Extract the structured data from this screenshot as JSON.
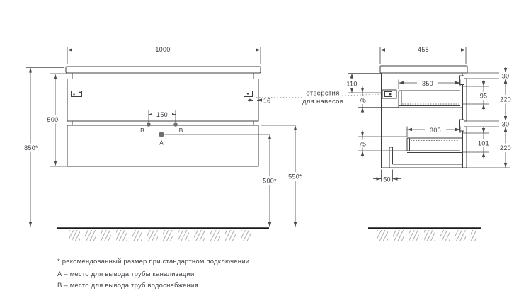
{
  "colors": {
    "line": "#3f3f3f",
    "dimension": "#4a4a4a",
    "text": "#3b3b42",
    "floor": "#1a1a1a",
    "hatch": "#b4b4b4",
    "marker_dot": "#6e6e6e"
  },
  "front_view": {
    "dims": {
      "width": "1000",
      "body_height": "500",
      "mount_height": "850*",
      "outlet_span": "150",
      "hanger_inset": "16",
      "drain_height": "500*",
      "water_height": "550*"
    },
    "points": {
      "a": "A",
      "b": "B"
    }
  },
  "side_view": {
    "dims": {
      "depth": "458",
      "hanger_from_top": "110",
      "hanger_drop": "75",
      "top_drawer_depth": "350",
      "top_drawer_inner_height": "95",
      "top_reveal": "30",
      "top_front_height": "220",
      "bottom_drawer_depth": "305",
      "bottom_drawer_inner_height": "101",
      "middle_reveal": "30",
      "bottom_front_height": "220",
      "bottom_clearance": "75",
      "back_recess": "50"
    }
  },
  "callout": {
    "line1": "отверстия",
    "line2": "для навесов"
  },
  "footnotes": [
    "* рекомендованный размер при стандартном подключении",
    "А – место для вывода трубы канализации",
    "В – место для вывода труб водоснабжения"
  ]
}
